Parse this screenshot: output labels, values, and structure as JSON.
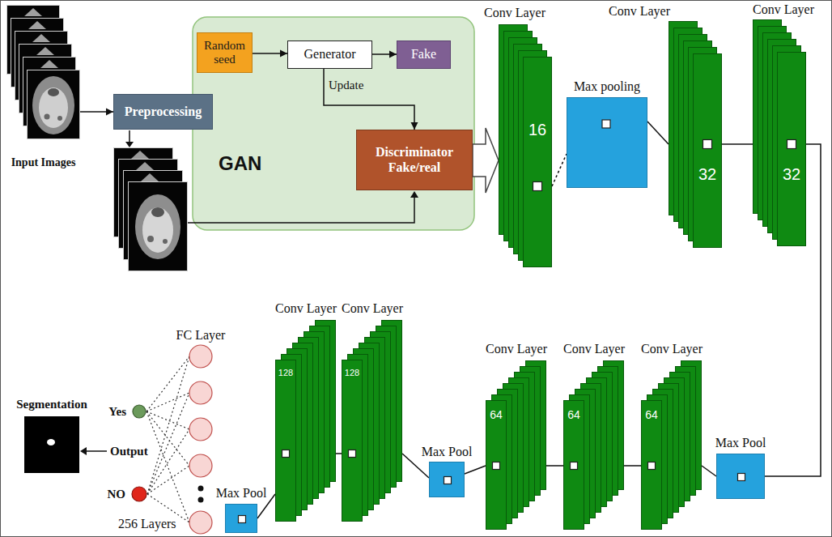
{
  "diagram": {
    "nodes": [
      {
        "text": [
          "Input Images"
        ]
      },
      {
        "text": [
          "Preprocessing"
        ]
      },
      {
        "text": [
          "GAN"
        ]
      },
      {
        "text": [
          "Random seed"
        ],
        "in": 2
      },
      {
        "text": [
          "Generator"
        ],
        "in": 2
      },
      {
        "text": [
          "Fake"
        ],
        "in": 2
      },
      {
        "text": [
          "Discriminator Fake/real"
        ],
        "in": 2
      },
      {
        "text": [
          "Conv Layer",
          "16"
        ]
      },
      {
        "text": [
          "Max pooling"
        ]
      },
      {
        "text": [
          "Conv Layer",
          "32"
        ]
      },
      {
        "text": [
          "Conv Layer",
          "32"
        ]
      },
      {
        "text": [
          "Max Pool"
        ]
      },
      {
        "text": [
          "Conv Layer",
          "64"
        ]
      },
      {
        "text": [
          "Conv Layer",
          "64"
        ]
      },
      {
        "text": [
          "Conv Layer",
          "64"
        ]
      },
      {
        "text": [
          "Max Pool"
        ]
      },
      {
        "text": [
          "Conv Layer",
          "128"
        ]
      },
      {
        "text": [
          "Conv Layer",
          "128"
        ]
      },
      {
        "text": [
          "Max Pool"
        ]
      },
      {
        "text": [
          "Yes"
        ]
      },
      {
        "text": [
          "NO"
        ]
      },
      {
        "text": [
          "Segmentation"
        ]
      }
    ],
    "edges": [
      {
        "from": 0,
        "to": 1,
        "arrow": "to"
      },
      {
        "from": 3,
        "to": 4,
        "arrow": "to"
      },
      {
        "from": 4,
        "to": 5,
        "arrow": "to"
      },
      {
        "from": 4,
        "to": 6,
        "label": "Update",
        "arrow": "to"
      },
      {
        "from": 6,
        "to": 7,
        "arrow": "to"
      },
      {
        "from": 7,
        "to": 8,
        "arrow": "none"
      },
      {
        "from": 8,
        "to": 9,
        "arrow": "none"
      },
      {
        "from": 9,
        "to": 10,
        "arrow": "none"
      },
      {
        "from": 10,
        "to": 11,
        "arrow": "none"
      },
      {
        "from": 11,
        "to": 12,
        "arrow": "none"
      },
      {
        "from": 12,
        "to": 13,
        "arrow": "none"
      },
      {
        "from": 13,
        "to": 14,
        "arrow": "none"
      },
      {
        "from": 14,
        "to": 15,
        "arrow": "none"
      },
      {
        "from": 15,
        "to": 16,
        "arrow": "none"
      },
      {
        "from": 16,
        "to": 17,
        "arrow": "none"
      },
      {
        "from": 17,
        "to": 18,
        "arrow": "none"
      }
    ],
    "labels": [
      "FC Layer",
      "Output",
      "256 Layers"
    ]
  }
}
